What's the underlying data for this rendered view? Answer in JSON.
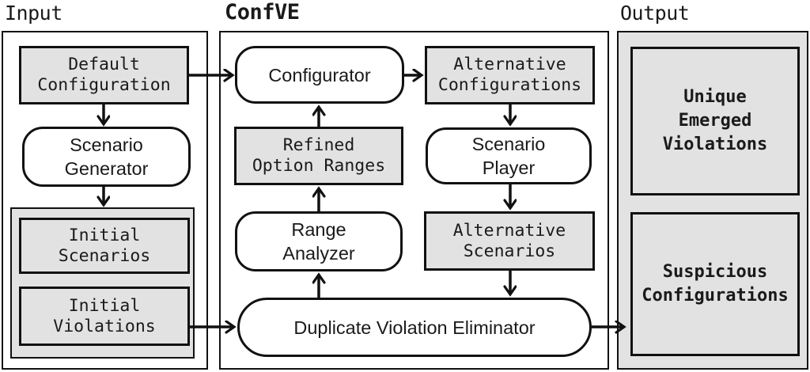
{
  "title": "ConfVE architecture diagram",
  "sections": {
    "input": {
      "label": "Input"
    },
    "confve": {
      "label": "ConfVE"
    },
    "output": {
      "label": "Output"
    }
  },
  "nodes": {
    "default_configuration": {
      "label": "Default\nConfiguration",
      "kind": "data"
    },
    "scenario_generator": {
      "label": "Scenario\nGenerator",
      "kind": "process"
    },
    "initial_scenarios": {
      "label": "Initial\nScenarios",
      "kind": "data"
    },
    "initial_violations": {
      "label": "Initial\nViolations",
      "kind": "data"
    },
    "configurator": {
      "label": "Configurator",
      "kind": "process"
    },
    "alternative_configurations": {
      "label": "Alternative\nConfigurations",
      "kind": "data"
    },
    "refined_option_ranges": {
      "label": "Refined\nOption Ranges",
      "kind": "data"
    },
    "scenario_player": {
      "label": "Scenario\nPlayer",
      "kind": "process"
    },
    "range_analyzer": {
      "label": "Range\nAnalyzer",
      "kind": "process"
    },
    "alternative_scenarios": {
      "label": "Alternative\nScenarios",
      "kind": "data"
    },
    "duplicate_violation_eliminator": {
      "label": "Duplicate Violation Eliminator",
      "kind": "process"
    },
    "unique_emerged_violations": {
      "label": "Unique\nEmerged\nViolations",
      "kind": "output"
    },
    "suspicious_configurations": {
      "label": "Suspicious\nConfigurations",
      "kind": "output"
    }
  },
  "edges": [
    {
      "from": "default_configuration",
      "to": "configurator"
    },
    {
      "from": "default_configuration",
      "to": "scenario_generator"
    },
    {
      "from": "scenario_generator",
      "to": "initial_scenarios_group"
    },
    {
      "from": "initial_violations",
      "to": "duplicate_violation_eliminator"
    },
    {
      "from": "configurator",
      "to": "alternative_configurations"
    },
    {
      "from": "alternative_configurations",
      "to": "scenario_player"
    },
    {
      "from": "scenario_player",
      "to": "alternative_scenarios"
    },
    {
      "from": "alternative_scenarios",
      "to": "duplicate_violation_eliminator"
    },
    {
      "from": "duplicate_violation_eliminator",
      "to": "range_analyzer"
    },
    {
      "from": "range_analyzer",
      "to": "refined_option_ranges"
    },
    {
      "from": "refined_option_ranges",
      "to": "configurator"
    },
    {
      "from": "duplicate_violation_eliminator",
      "to": "output"
    }
  ],
  "colors": {
    "bg": "#ffffff",
    "ink": "#111111",
    "gray-fill": "#e2e2e2",
    "white-fill": "#ffffff",
    "text": "#1a1a1a"
  }
}
